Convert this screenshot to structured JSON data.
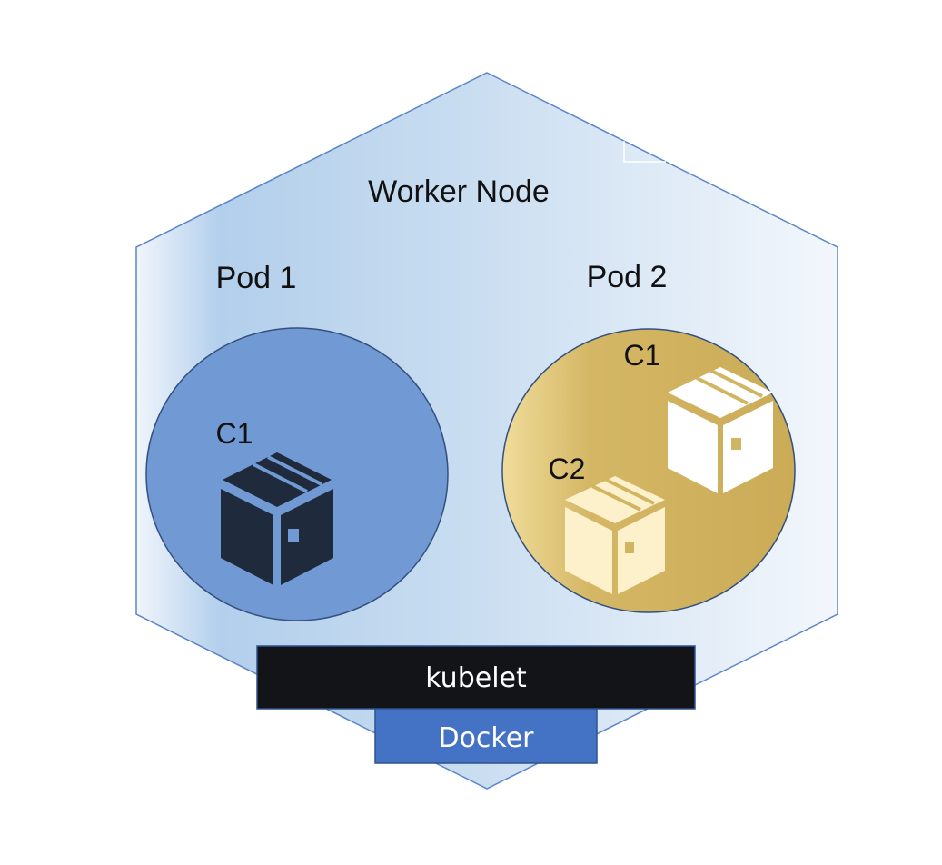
{
  "worker_node": {
    "label": "Worker Node"
  },
  "pods": [
    {
      "label": "Pod 1",
      "color": "#7199d3",
      "containers": [
        {
          "label": "C1",
          "icon": "box-icon",
          "color": "#1f2a3c"
        }
      ]
    },
    {
      "label": "Pod 2",
      "color": "#d2b561",
      "containers": [
        {
          "label": "C1",
          "icon": "box-icon",
          "color": "#ffffff"
        },
        {
          "label": "C2",
          "icon": "box-icon",
          "color": "#fdf1cc"
        }
      ]
    }
  ],
  "kubelet": {
    "label": "kubelet",
    "color": "#121418"
  },
  "docker": {
    "label": "Docker",
    "color": "#4472c4"
  },
  "colors": {
    "hexagon_left": "#a9c6e6",
    "hexagon_right": "#f2f6fc",
    "hexagon_stroke": "#5b85c9"
  }
}
